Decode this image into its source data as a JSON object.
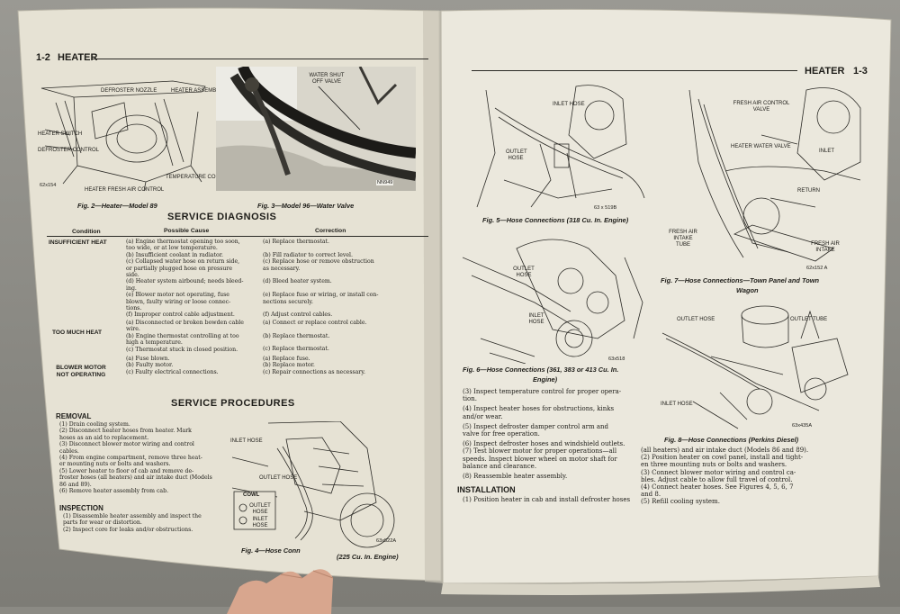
{
  "left_page": {
    "header": {
      "page_number": "1-2",
      "title": "HEATER"
    },
    "fig2": {
      "labels": [
        "DEFROSTER NOZZLE",
        "HEATER ASSEMBLY",
        "HEATER SWITCH",
        "DEFROSTER CONTROL",
        "TEMPERATURE CONTROL",
        "HEATER FRESH AIR CONTROL"
      ],
      "code": "62x154",
      "caption": "Fig. 2—Heater—Model 89"
    },
    "fig3": {
      "labels": [
        "WATER SHUT OFF VALVE"
      ],
      "code": "NN949",
      "caption": "Fig. 3—Model 96—Water Valve"
    },
    "diagnosis": {
      "title": "SERVICE DIAGNOSIS",
      "columns": [
        "Condition",
        "Possible Cause",
        "Correction"
      ],
      "conditions": [
        "INSUFFICIENT HEAT",
        "TOO MUCH HEAT",
        "BLOWER MOTOR NOT OPERATING"
      ],
      "causes": [
        "(a) Engine thermostat opening too soon,",
        "     too wide, or at low temperature.",
        "(b) Insufficient coolant in radiator.",
        "(c) Collapsed water hose on return side,",
        "     or partially plugged hose on pressure",
        "     side.",
        "(d) Heater system airbound; needs bleed-",
        "     ing.",
        "(e) Blower motor not operating, fuse",
        "     blown, faulty wiring or loose connec-",
        "     tions.",
        "(f)  Improper control cable adjustment.",
        "(a) Disconnected or broken bowden cable",
        "     wire.",
        "(b) Engine thermostat controlling at too",
        "     high a temperature.",
        "(c) Thermostat stuck in closed position.",
        "(a) Fuse blown.",
        "(b) Faulty motor.",
        "(c) Faulty electrical connections."
      ],
      "corrections": [
        "(a) Replace thermostat.",
        "(b) Fill radiator to correct level.",
        "(c) Replace hose or remove obstruction",
        "     as necessary.",
        "(d) Bleed heater system.",
        "(e) Replace fuse or wiring, or install con-",
        "     nections securely.",
        "(f)  Adjust control cables.",
        "(a) Connect or replace control cable.",
        "(b) Replace thermostat.",
        "(c) Replace thermostat.",
        "(a) Replace fuse.",
        "(b) Replace motor.",
        "(c) Repair connections as necessary."
      ]
    },
    "procedures": {
      "title": "SERVICE PROCEDURES",
      "removal": {
        "heading": "REMOVAL",
        "lines": [
          "(1) Drain cooling system.",
          "(2) Disconnect heater hoses from heater. Mark",
          "hoses as an aid to replacement.",
          "(3) Disconnect blower motor wiring and control",
          "cables.",
          "(4) From engine compartment, remove three heat-",
          "er mounting nuts or bolts and washers.",
          "(5) Lower heater to floor of cab and remove de-",
          "froster hoses (all heaters) and air intake duct (Models",
          "86 and 89).",
          "(6) Remove heater assembly from cab."
        ]
      },
      "inspection": {
        "heading": "INSPECTION",
        "lines": [
          "(1) Disassemble heater assembly and inspect the",
          "parts for wear or distortion.",
          "(2) Inspect core for leaks and/or obstructions."
        ]
      }
    },
    "fig4": {
      "labels": [
        "INLET HOSE",
        "OUTLET HOSE",
        "COWL",
        "OUTLET HOSE",
        "INLET HOSE"
      ],
      "code": "63x522A",
      "caption": "Fig. 4—Hose Conn",
      "caption_tail": "(225 Cu. In. Engine)"
    }
  },
  "right_page": {
    "header": {
      "title": "HEATER",
      "page_number": "1-3"
    },
    "fig5": {
      "labels": [
        "INLET HOSE",
        "OUTLET HOSE"
      ],
      "code": "63 x 519B",
      "caption": "Fig. 5—Hose Connections (318 Cu. In. Engine)"
    },
    "fig6": {
      "labels": [
        "OUTLET HOSE",
        "INLET HOSE"
      ],
      "code": "63x518",
      "caption_lines": [
        "Fig. 6—Hose Connections (361, 383 or 413 Cu. In.",
        "Engine)"
      ]
    },
    "fig7": {
      "labels": [
        "FRESH AIR CONTROL VALVE",
        "HEATER WATER VALVE",
        "INLET",
        "RETURN",
        "FRESH AIR INTAKE TUBE",
        "FRESH AIR INTAKE"
      ],
      "code": "62x152 A",
      "caption_lines": [
        "Fig. 7—Hose Connections—Town Panel and Town",
        "Wagon"
      ]
    },
    "fig8": {
      "labels": [
        "OUTLET HOSE",
        "OUTLET TUBE",
        "INLET HOSE"
      ],
      "code": "63x435A",
      "caption": "Fig. 8—Hose Connections (Perkins Diesel)"
    },
    "steps_left": [
      "(3) Inspect temperature control for proper opera-",
      "tion.",
      "(4) Inspect heater hoses for obstructions, kinks",
      "and/or wear.",
      "(5) Inspect defroster damper control arm and",
      "valve for free operation.",
      "(6) Inspect defroster hoses and windshield outlets.",
      "(7) Test blower motor for proper operations—all",
      "speeds. Inspect blower wheel on motor shaft for",
      "balance and clearance.",
      "(8) Reassemble heater assembly."
    ],
    "installation": {
      "heading": "INSTALLATION",
      "line": "(1) Position heater in cab and install defroster hoses"
    },
    "steps_right": [
      "(all heaters) and air intake duct (Models 86 and 89).",
      "(2) Position heater on cowl panel, install and tight-",
      "en three mounting nuts or bolts and washers.",
      "(3) Connect blower motor wiring and control ca-",
      "bles. Adjust cable to allow full travel of control.",
      "(4) Connect heater hoses. See Figures 4, 5, 6, 7",
      "and 8.",
      "(5) Refill cooling system."
    ]
  },
  "colors": {
    "paper_left": "#e7e3d6",
    "paper_right": "#ebe8de",
    "ink": "#1d1c18",
    "background": "#8b8a84"
  }
}
